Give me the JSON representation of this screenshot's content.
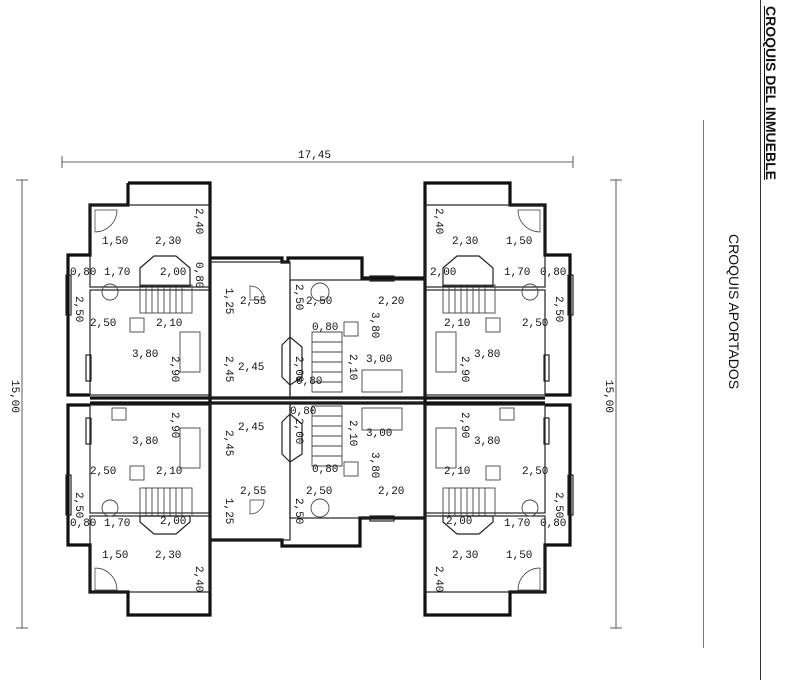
{
  "header": {
    "title": "CROQUIS DEL INMUEBLE",
    "subtitle": "CROQUIS APORTADOS"
  },
  "plan": {
    "overall_width": "17,45",
    "overall_height_left": "15,00",
    "overall_height_right": "15,00",
    "labels": {
      "l1": "1,50",
      "l2": "2,30",
      "l3": "2,40",
      "l4": "0,80",
      "l5": "1,70",
      "l6": "2,00",
      "l7": "0,80",
      "l8": "2,50",
      "l9": "2,50",
      "l10": "2,10",
      "l11": "3,80",
      "l12": "2,90",
      "l13": "2,90",
      "l14": "3,80",
      "l15": "2,50",
      "l16": "2,10",
      "l17": "2,50",
      "l18": "0,80",
      "l19": "1,70",
      "l20": "2,00",
      "l21": "1,50",
      "l22": "2,30",
      "l23": "2,40",
      "c1": "1,25",
      "c2": "2,55",
      "c3": "2,50",
      "c4": "2,50",
      "c5": "2,20",
      "c6": "0,80",
      "c7": "2,45",
      "c8": "2,45",
      "c9": "2,00",
      "c10": "2,10",
      "c11": "3,80",
      "c12": "3,00",
      "c13": "0,80",
      "c14": "0,80",
      "c15": "2,45",
      "c16": "2,45",
      "c17": "2,00",
      "c18": "2,10",
      "c19": "3,00",
      "c20": "3,80",
      "c21": "0,80",
      "c22": "1,25",
      "c23": "2,55",
      "c24": "2,50",
      "c25": "2,50",
      "c26": "2,20",
      "r1": "2,40",
      "r2": "2,30",
      "r3": "1,50",
      "r4": "2,00",
      "r5": "1,70",
      "r6": "0,80",
      "r7": "2,10",
      "r8": "2,50",
      "r9": "2,50",
      "r10": "3,80",
      "r11": "2,90",
      "r12": "2,90",
      "r13": "3,80",
      "r14": "2,10",
      "r15": "2,50",
      "r16": "2,50",
      "r17": "2,00",
      "r18": "1,70",
      "r19": "0,80",
      "r20": "2,30",
      "r21": "1,50",
      "r22": "2,40"
    }
  }
}
